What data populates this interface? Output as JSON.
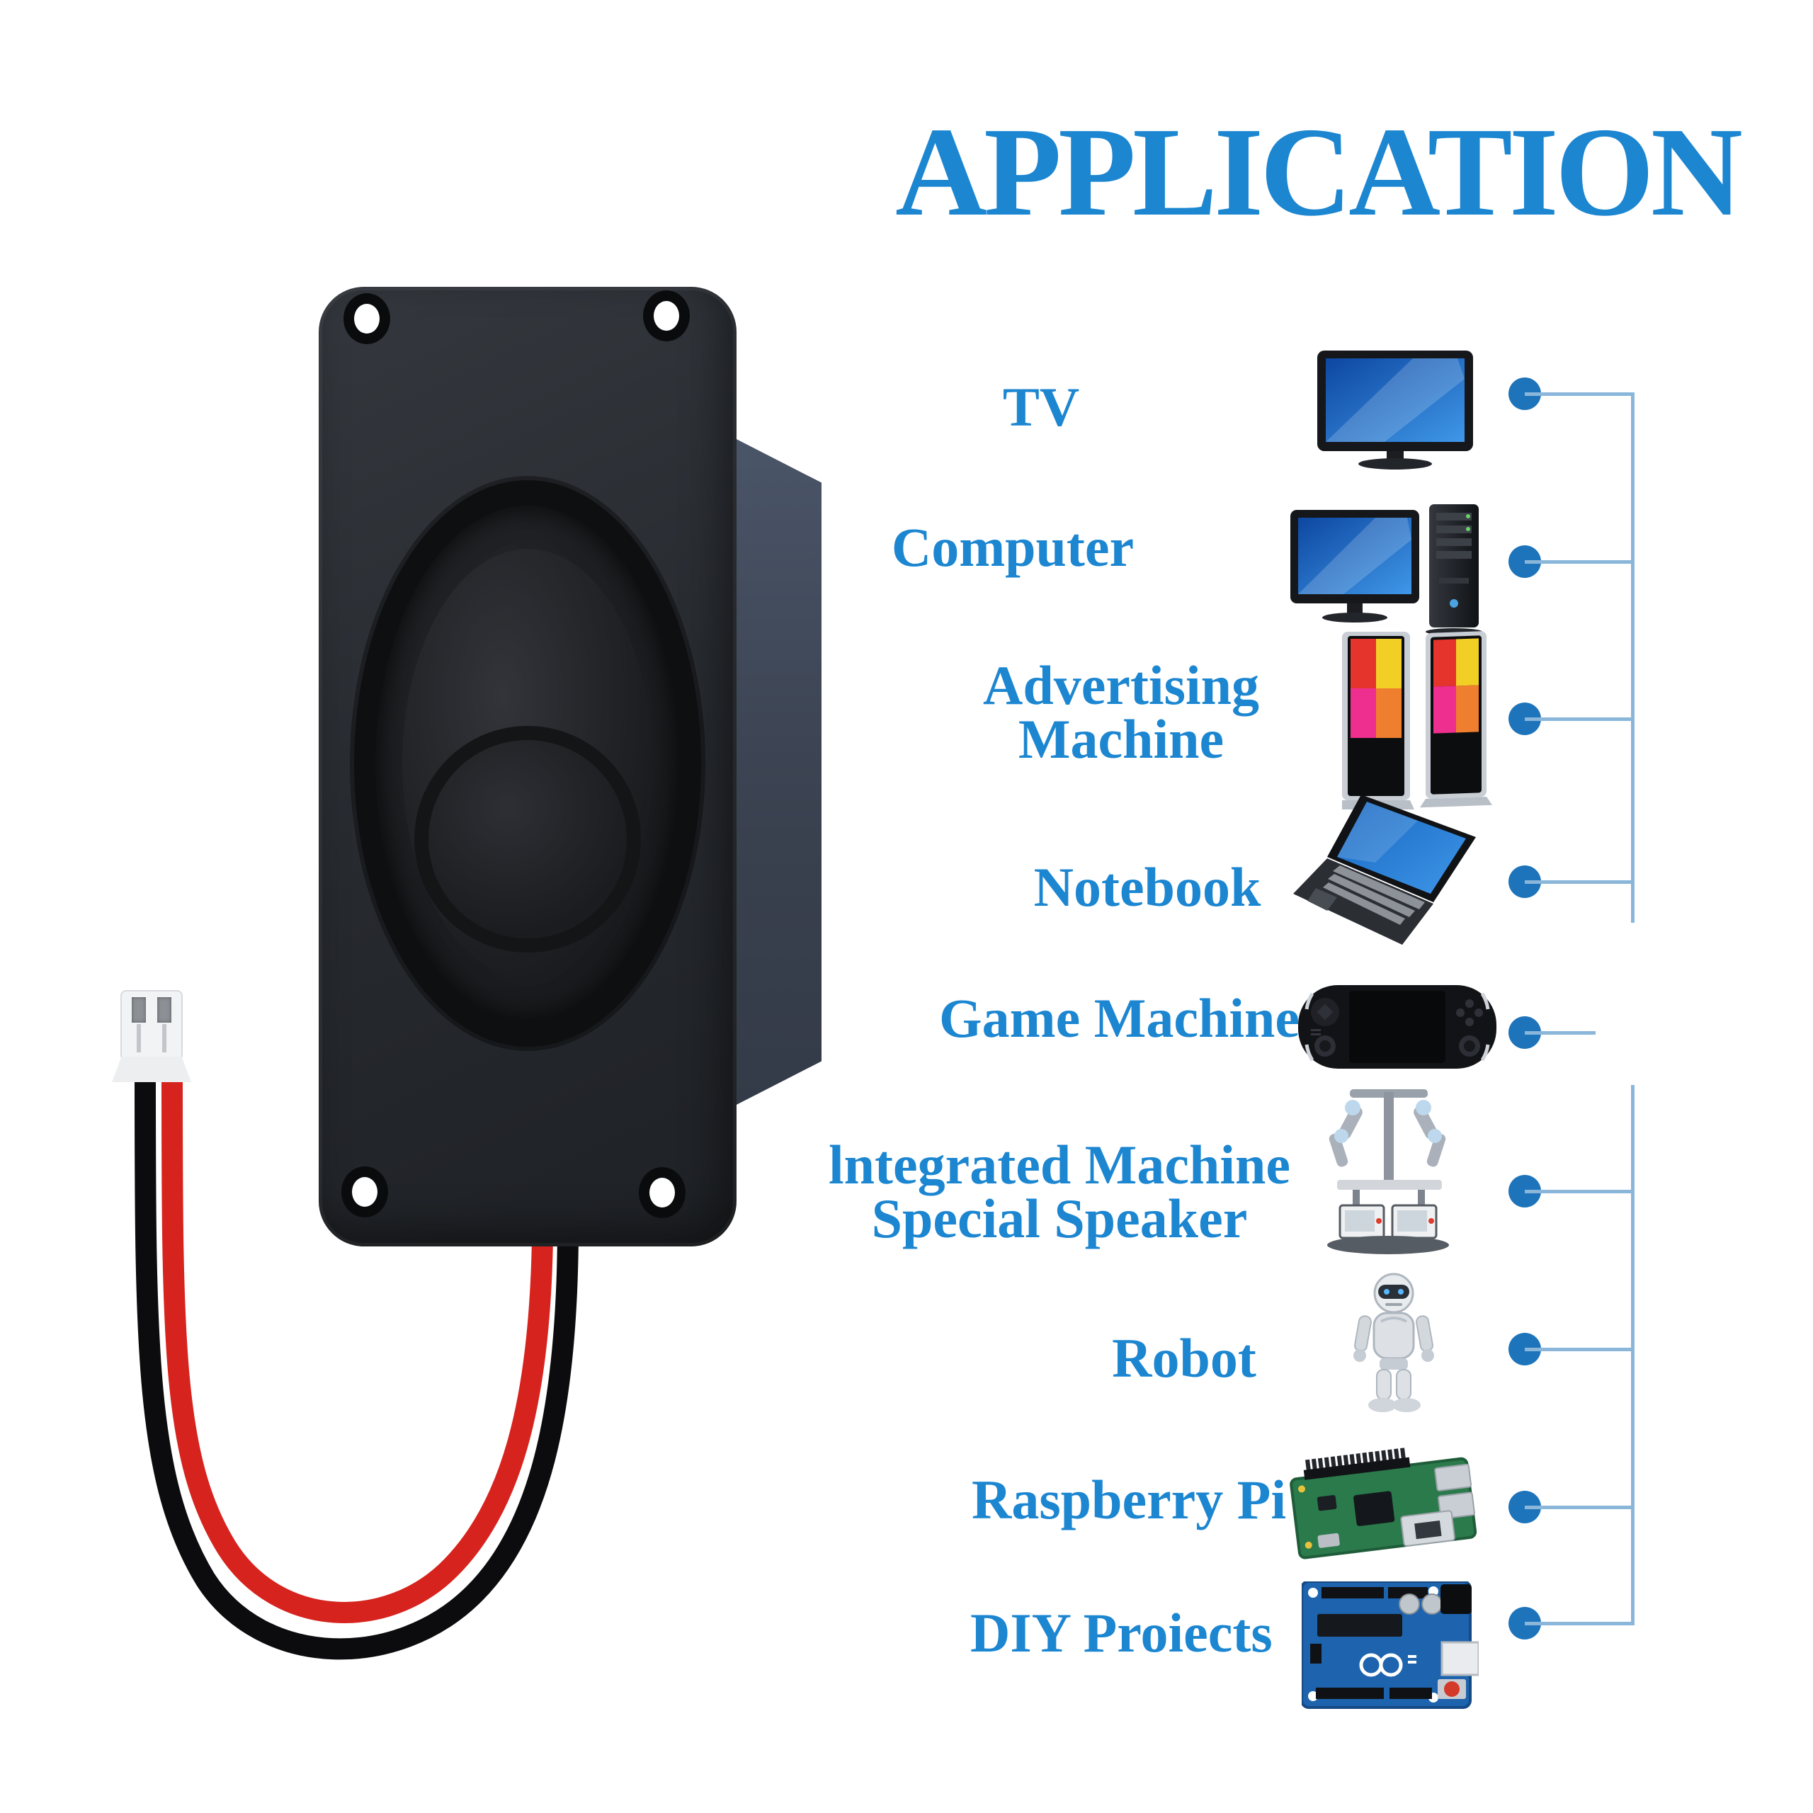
{
  "title": "APPLICATION",
  "colors": {
    "accent_blue": "#1c86d1",
    "connector_line_blue": "#8ab6da",
    "dot_blue": "#1e74ba",
    "wire_red": "#d7231e",
    "wire_black": "#0c0c0e"
  },
  "items": [
    {
      "label1": "TV",
      "label2": "",
      "icon": "tv-icon"
    },
    {
      "label1": "Computer",
      "label2": "",
      "icon": "computer-icon"
    },
    {
      "label1": "Advertising",
      "label2": "Machine",
      "icon": "advertising-machine-icon"
    },
    {
      "label1": "Notebook",
      "label2": "",
      "icon": "notebook-icon"
    },
    {
      "label1": "Game Machine",
      "label2": "",
      "icon": "game-machine-icon"
    },
    {
      "label1": "lntegrated Machine",
      "label2": "Special Speaker",
      "icon": "integrated-machine-icon"
    },
    {
      "label1": "Robot",
      "label2": "",
      "icon": "robot-icon"
    },
    {
      "label1": "Raspberry Pi",
      "label2": "",
      "icon": "raspberry-pi-icon"
    },
    {
      "label1": "DIY Proiects",
      "label2": "",
      "icon": "diy-projects-icon"
    }
  ]
}
